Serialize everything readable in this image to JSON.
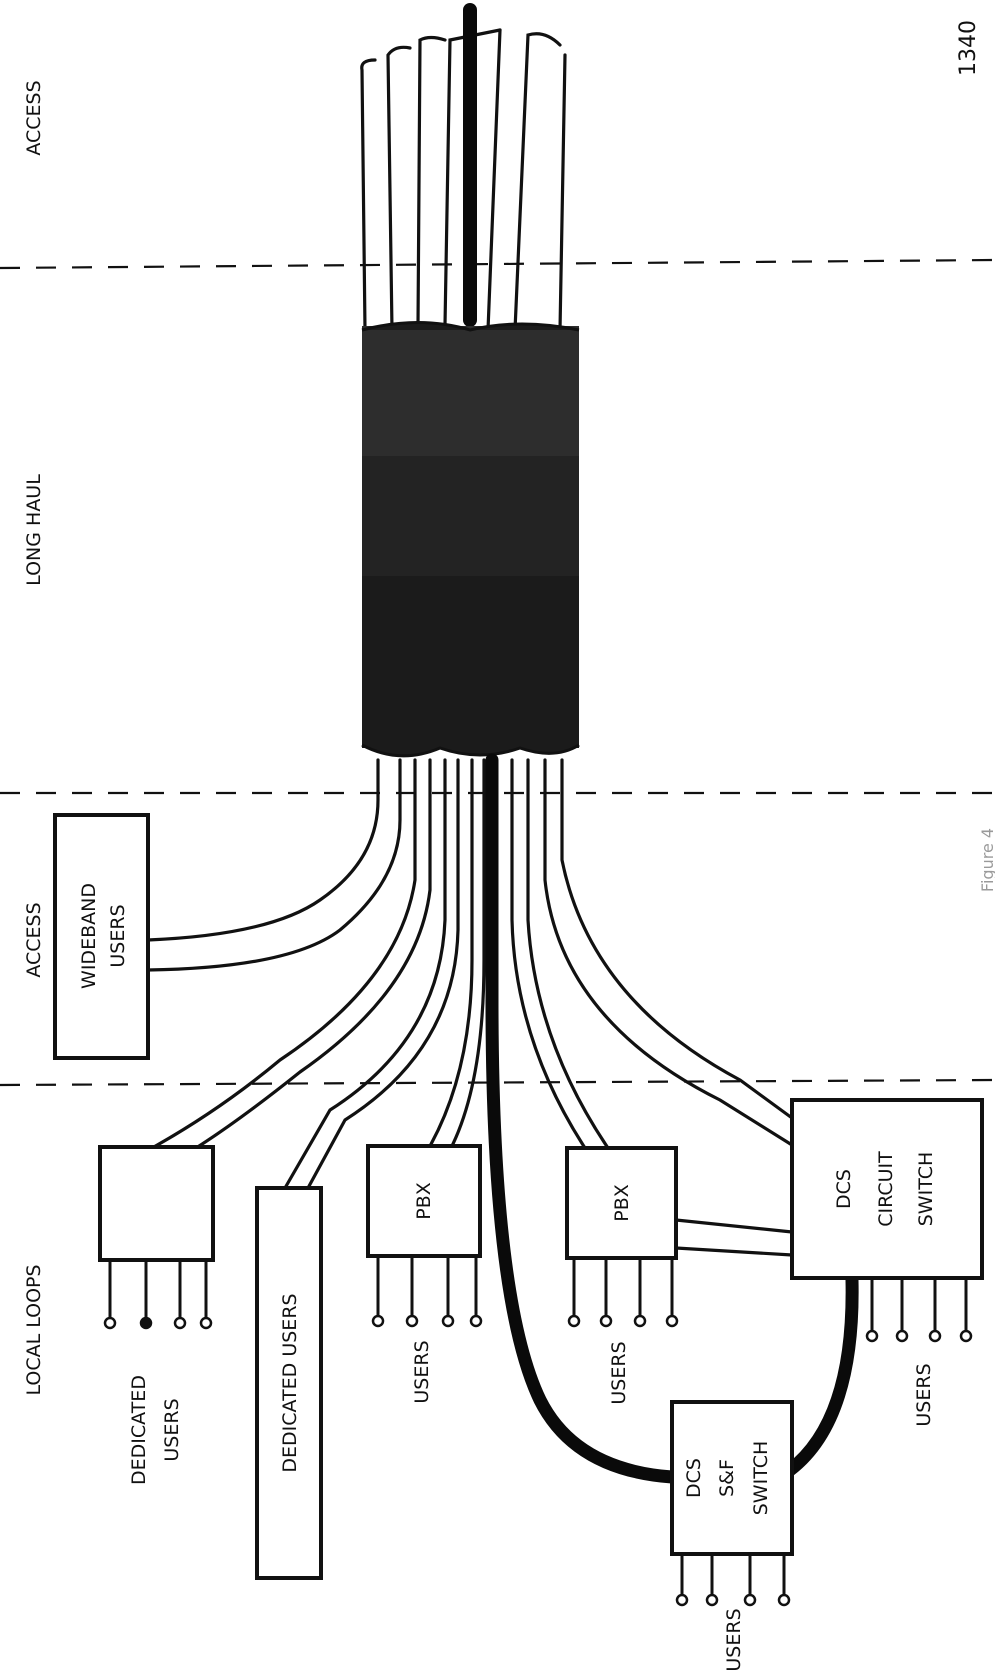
{
  "page_number": "1340",
  "figure_caption": "Figure 4",
  "zones": {
    "left_access": "ACCESS",
    "long_haul": "LONG HAUL",
    "right_access": "ACCESS",
    "local_loops": "LOCAL LOOPS"
  },
  "boxes": {
    "wideband": [
      "WIDEBAND",
      "USERS"
    ],
    "dedicated_box": "",
    "dedicated_bar": "DEDICATED USERS",
    "pbx_1": "PBX",
    "pbx_2": "PBX",
    "dcs_circuit": [
      "DCS",
      "CIRCUIT",
      "SWITCH"
    ],
    "dcs_sf": [
      "DCS",
      "S&F",
      "SWITCH"
    ]
  },
  "user_labels": {
    "dedicated": [
      "DEDICATED",
      "USERS"
    ],
    "pbx_1": "USERS",
    "pbx_2": "USERS",
    "circuit": "USERS",
    "sf": "USERS"
  },
  "colors": {
    "ink": "#111111",
    "paper": "#ffffff"
  }
}
